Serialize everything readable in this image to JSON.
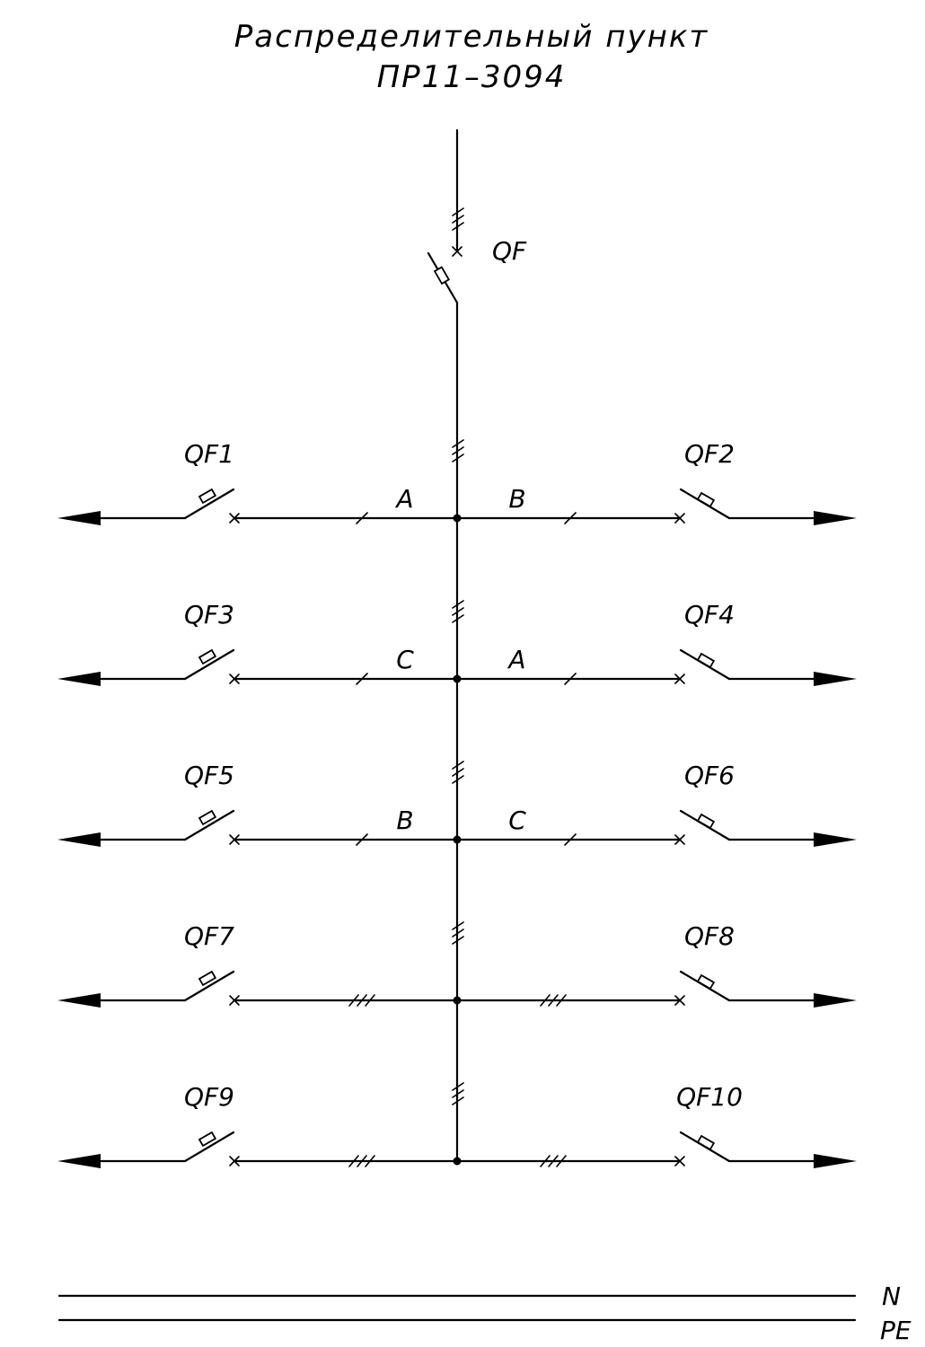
{
  "title": {
    "line1": "Распределительный пункт",
    "line2": "ПР11–3094"
  },
  "main_breaker": {
    "label": "QF"
  },
  "rows": [
    {
      "left_label": "QF1",
      "right_label": "QF2",
      "left_phase": "A",
      "right_phase": "B"
    },
    {
      "left_label": "QF3",
      "right_label": "QF4",
      "left_phase": "C",
      "right_phase": "A"
    },
    {
      "left_label": "QF5",
      "right_label": "QF6",
      "left_phase": "B",
      "right_phase": "C"
    },
    {
      "left_label": "QF7",
      "right_label": "QF8",
      "left_phase": "",
      "right_phase": ""
    },
    {
      "left_label": "QF9",
      "right_label": "QF10",
      "left_phase": "",
      "right_phase": ""
    }
  ],
  "buses": {
    "neutral": "N",
    "protective": "PE"
  },
  "colors": {
    "line": "#000000",
    "background": "#ffffff"
  }
}
